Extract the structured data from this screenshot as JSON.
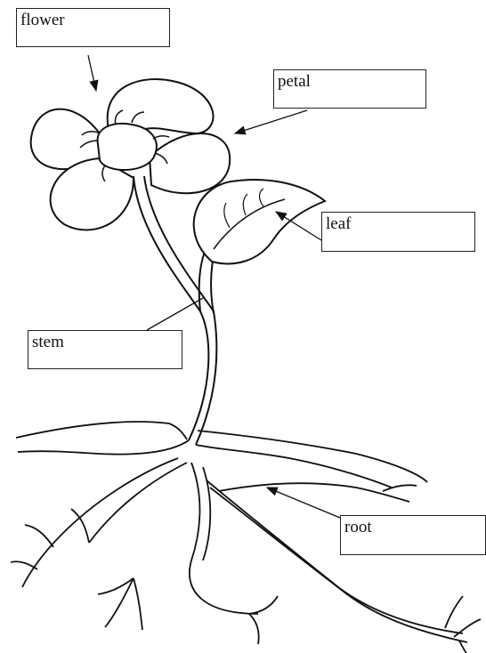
{
  "labels": {
    "flower": "flower",
    "petal": "petal",
    "leaf": "leaf",
    "stem": "stem",
    "root": "root"
  },
  "colors": {
    "line": "#111111",
    "background": "#ffffff"
  }
}
